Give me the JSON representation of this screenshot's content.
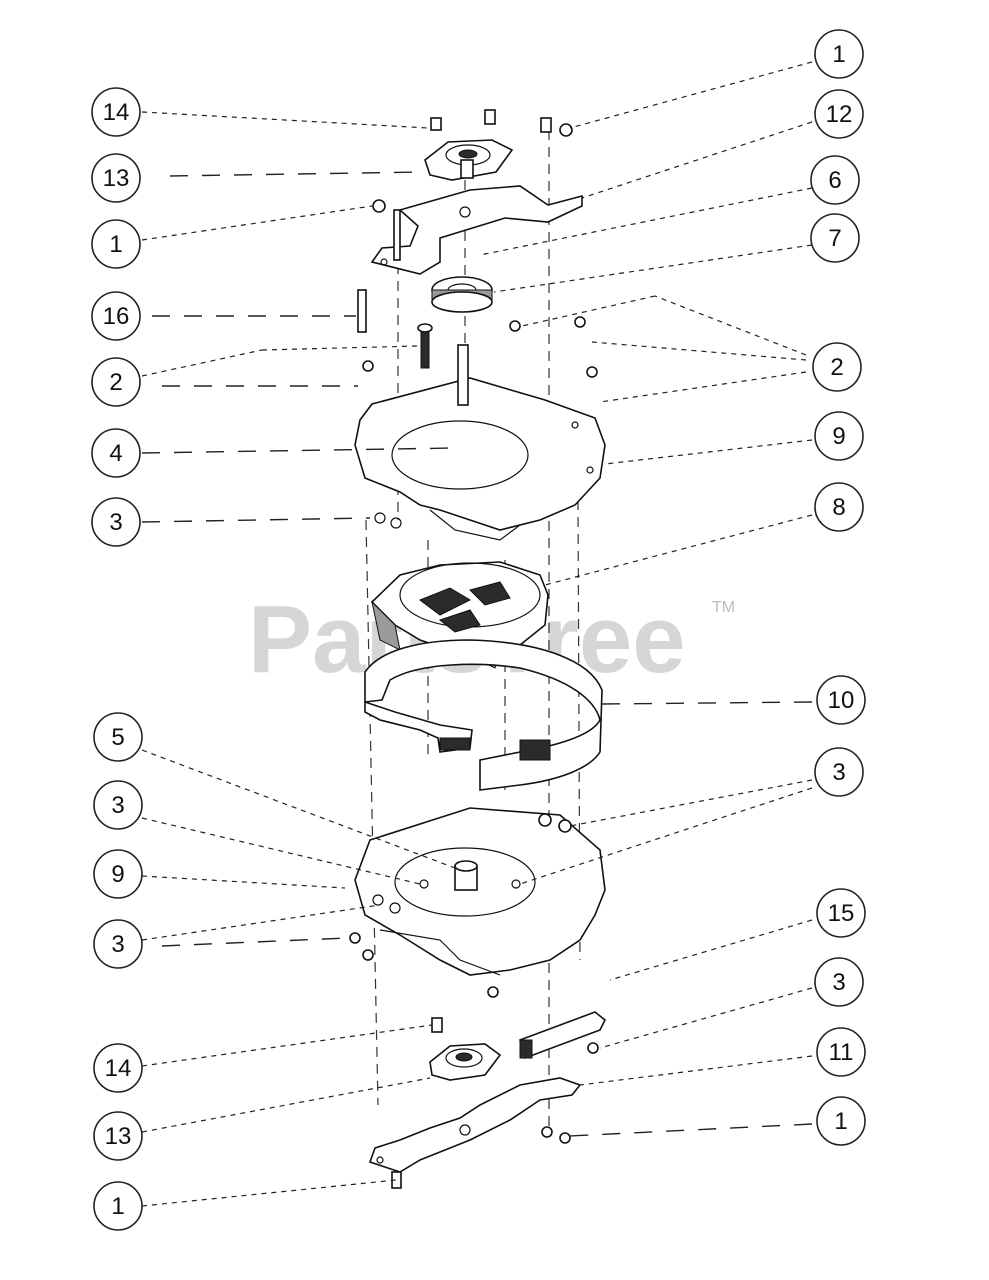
{
  "watermark": {
    "brand": "PartsTree",
    "tm": "TM"
  },
  "callouts": [
    {
      "id": "c1a",
      "label": "1"
    },
    {
      "id": "c14a",
      "label": "14"
    },
    {
      "id": "c12",
      "label": "12"
    },
    {
      "id": "c13a",
      "label": "13"
    },
    {
      "id": "c6",
      "label": "6"
    },
    {
      "id": "c1b",
      "label": "1"
    },
    {
      "id": "c7",
      "label": "7"
    },
    {
      "id": "c16",
      "label": "16"
    },
    {
      "id": "c2a",
      "label": "2"
    },
    {
      "id": "c2b",
      "label": "2"
    },
    {
      "id": "c4",
      "label": "4"
    },
    {
      "id": "c9a",
      "label": "9"
    },
    {
      "id": "c3a",
      "label": "3"
    },
    {
      "id": "c8",
      "label": "8"
    },
    {
      "id": "c10",
      "label": "10"
    },
    {
      "id": "c5",
      "label": "5"
    },
    {
      "id": "c3b",
      "label": "3"
    },
    {
      "id": "c3c",
      "label": "3"
    },
    {
      "id": "c9b",
      "label": "9"
    },
    {
      "id": "c3d",
      "label": "3"
    },
    {
      "id": "c15",
      "label": "15"
    },
    {
      "id": "c3e",
      "label": "3"
    },
    {
      "id": "c14b",
      "label": "14"
    },
    {
      "id": "c11",
      "label": "11"
    },
    {
      "id": "c13b",
      "label": "13"
    },
    {
      "id": "c1c",
      "label": "1"
    },
    {
      "id": "c1d",
      "label": "1"
    }
  ]
}
